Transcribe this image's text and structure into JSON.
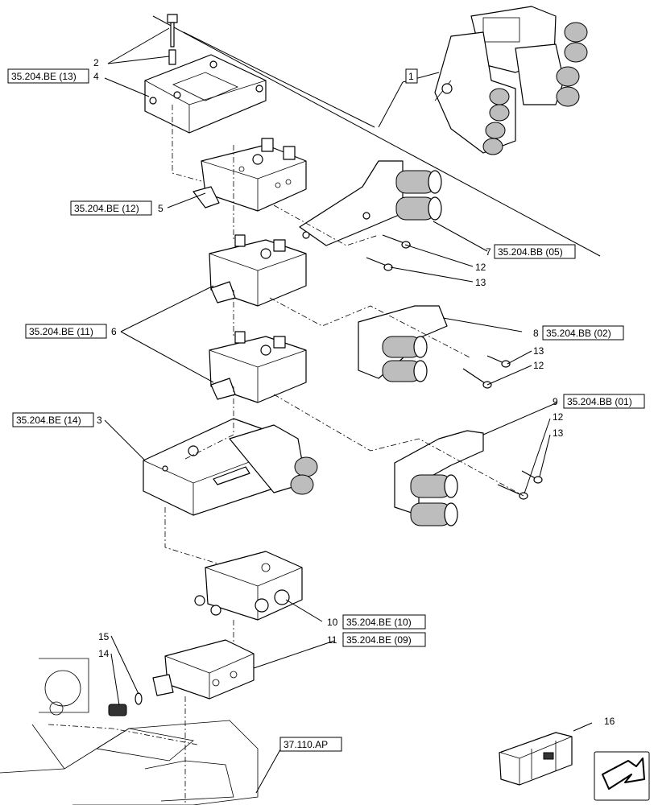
{
  "callouts": [
    {
      "id": "c2",
      "number": "2",
      "ref": ""
    },
    {
      "id": "c4",
      "number": "4",
      "ref": "35.204.BE (13)"
    },
    {
      "id": "c1",
      "number": "1",
      "ref": ""
    },
    {
      "id": "c5",
      "number": "5",
      "ref": "35.204.BE (12)"
    },
    {
      "id": "c7",
      "number": "7",
      "ref": "35.204.BB (05)"
    },
    {
      "id": "c12a",
      "number": "12",
      "ref": ""
    },
    {
      "id": "c13a",
      "number": "13",
      "ref": ""
    },
    {
      "id": "c6",
      "number": "6",
      "ref": "35.204.BE (11)"
    },
    {
      "id": "c8",
      "number": "8",
      "ref": "35.204.BB (02)"
    },
    {
      "id": "c13b",
      "number": "13",
      "ref": ""
    },
    {
      "id": "c12b",
      "number": "12",
      "ref": ""
    },
    {
      "id": "c3",
      "number": "3",
      "ref": "35.204.BE (14)"
    },
    {
      "id": "c9",
      "number": "9",
      "ref": "35.204.BB (01)"
    },
    {
      "id": "c12c",
      "number": "12",
      "ref": ""
    },
    {
      "id": "c13c",
      "number": "13",
      "ref": ""
    },
    {
      "id": "c10",
      "number": "10",
      "ref": "35.204.BE (10)"
    },
    {
      "id": "c11",
      "number": "11",
      "ref": "35.204.BE (09)"
    },
    {
      "id": "c15",
      "number": "15",
      "ref": ""
    },
    {
      "id": "c14",
      "number": "14",
      "ref": ""
    },
    {
      "id": "c16",
      "number": "16",
      "ref": ""
    },
    {
      "id": "cax",
      "number": "",
      "ref": "37.110.AP"
    }
  ],
  "icons": {
    "kit_box": "kit-box-icon",
    "navigation_arrow": "next-page-arrow-icon"
  }
}
